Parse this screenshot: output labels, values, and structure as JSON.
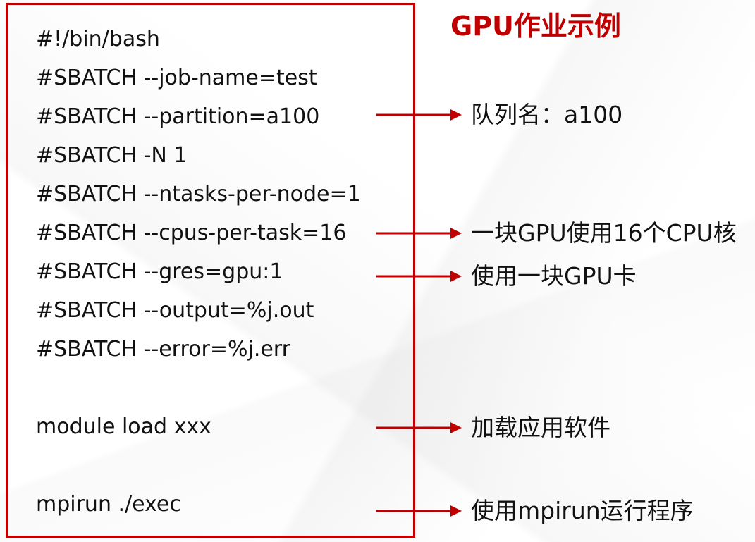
{
  "title": "GPU作业示例",
  "script_lines": [
    "#!/bin/bash",
    "#SBATCH --job-name=test",
    "#SBATCH --partition=a100",
    "#SBATCH -N 1",
    "#SBATCH --ntasks-per-node=1",
    "#SBATCH --cpus-per-task=16",
    "#SBATCH --gres=gpu:1",
    "#SBATCH --output=%j.out",
    "#SBATCH --error=%j.err",
    "module load xxx",
    "mpirun ./exec"
  ],
  "annotations": [
    "队列名：a100",
    "一块GPU使用16个CPU核",
    "使用一块GPU卡",
    "加载应用软件",
    "使用mpirun运行程序"
  ],
  "colors": {
    "accent": "#c00000",
    "text": "#111111"
  }
}
